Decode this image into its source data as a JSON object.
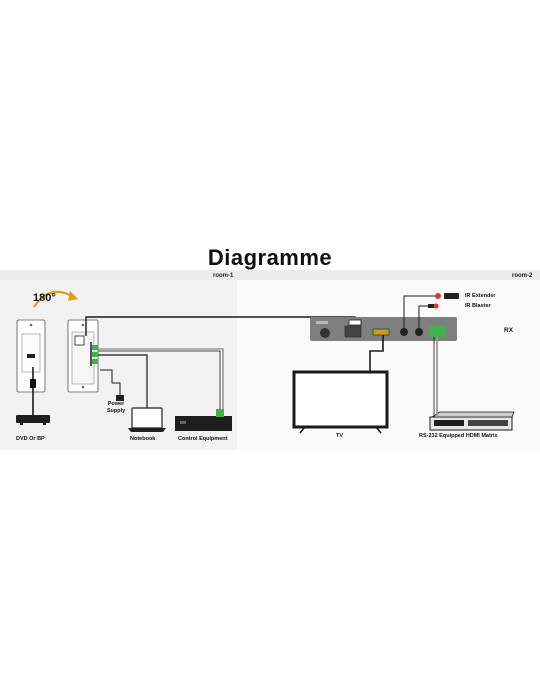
{
  "title": "Diagramme",
  "rooms": {
    "left": "room-1",
    "right": "room-2"
  },
  "rotation_label": "180°",
  "labels": {
    "dvd": "DVD Or BP",
    "power": "Power Supply",
    "notebook": "Notebook",
    "control": "Control Equipment",
    "tv": "TV",
    "matrix": "RS-232 Equipped HDMI Matrix",
    "ir_extender": "IR Extender",
    "ir_blaster": "IR Blaster",
    "rx": "RX"
  },
  "colors": {
    "cable": "#1a1a1a",
    "grey_cable": "#9a9a9a",
    "connector": "#3fb24a",
    "device": "#7f7f7f",
    "accent": "#e0362c"
  }
}
